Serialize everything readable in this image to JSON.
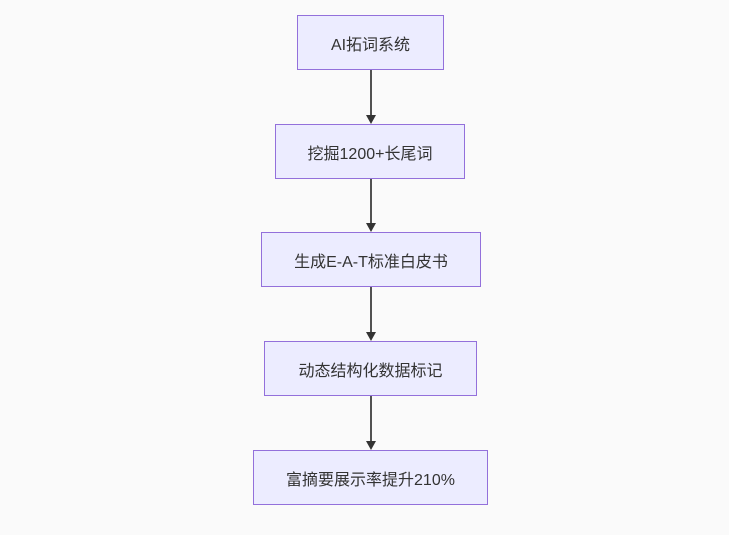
{
  "diagram": {
    "type": "flowchart",
    "direction": "top-down",
    "nodes": [
      {
        "id": "n1",
        "label": "AI拓词系统"
      },
      {
        "id": "n2",
        "label": "挖掘1200+长尾词"
      },
      {
        "id": "n3",
        "label": "生成E-A-T标准白皮书"
      },
      {
        "id": "n4",
        "label": "动态结构化数据标记"
      },
      {
        "id": "n5",
        "label": "富摘要展示率提升210%"
      }
    ],
    "edges": [
      {
        "from": "n1",
        "to": "n2",
        "style": "arrow-down"
      },
      {
        "from": "n2",
        "to": "n3",
        "style": "arrow-down"
      },
      {
        "from": "n3",
        "to": "n4",
        "style": "arrow-down"
      },
      {
        "from": "n4",
        "to": "n5",
        "style": "arrow-down"
      }
    ],
    "colors": {
      "node_fill": "#ECECFF",
      "node_border": "#9370DB",
      "text": "#333333",
      "arrow": "#333333",
      "background": "#fafafa"
    }
  }
}
